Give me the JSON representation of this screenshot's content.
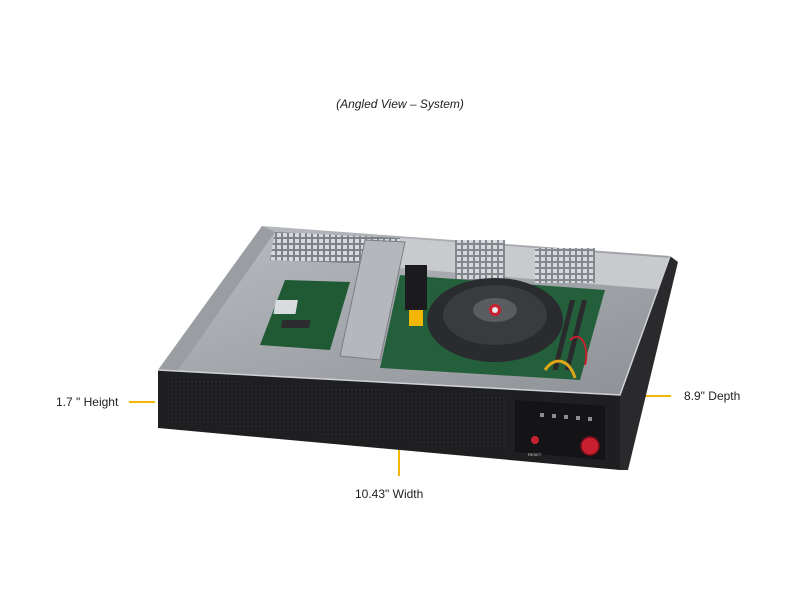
{
  "caption": "(Angled View – System)",
  "dimensions": {
    "height": "1.7 \" Height",
    "depth": "8.9\" Depth",
    "width": "10.43\" Width"
  },
  "front_panel": {
    "reset_label": "RESET"
  },
  "colors": {
    "leader_line": "#f2b705",
    "chassis_dark": "#1f1f22",
    "chassis_metal": "#a9adb3",
    "power_button": "#c8202f"
  }
}
